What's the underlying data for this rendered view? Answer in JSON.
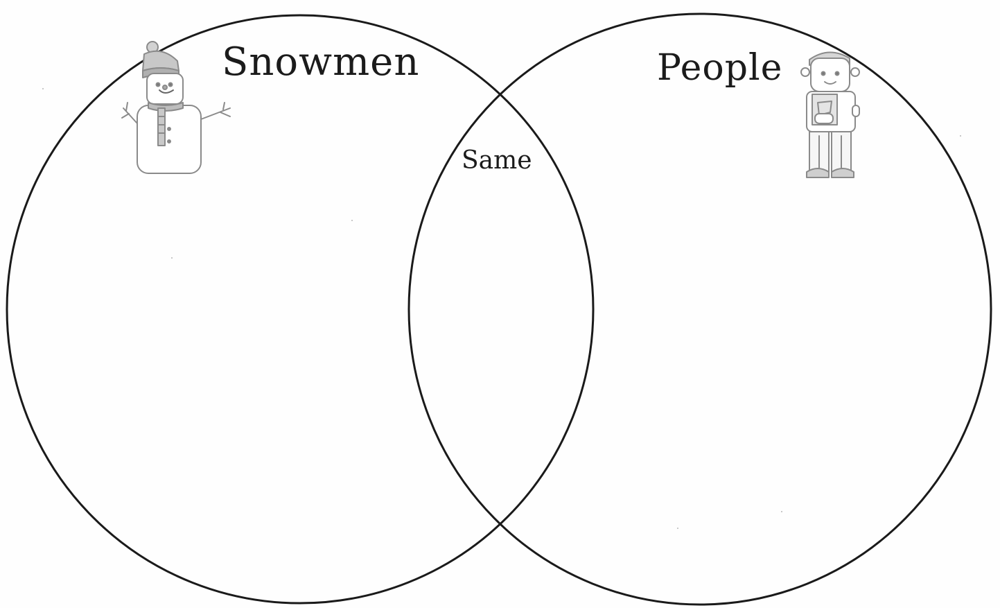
{
  "venn": {
    "left_label": "Snowmen",
    "right_label": "People",
    "middle_label": "Same"
  },
  "clipart": {
    "left": "snowman-icon",
    "right": "child-holding-book-icon"
  },
  "colors": {
    "line": "#1a1a1a",
    "paper": "#fefefe",
    "clipart_line": "#8a8a8a"
  }
}
